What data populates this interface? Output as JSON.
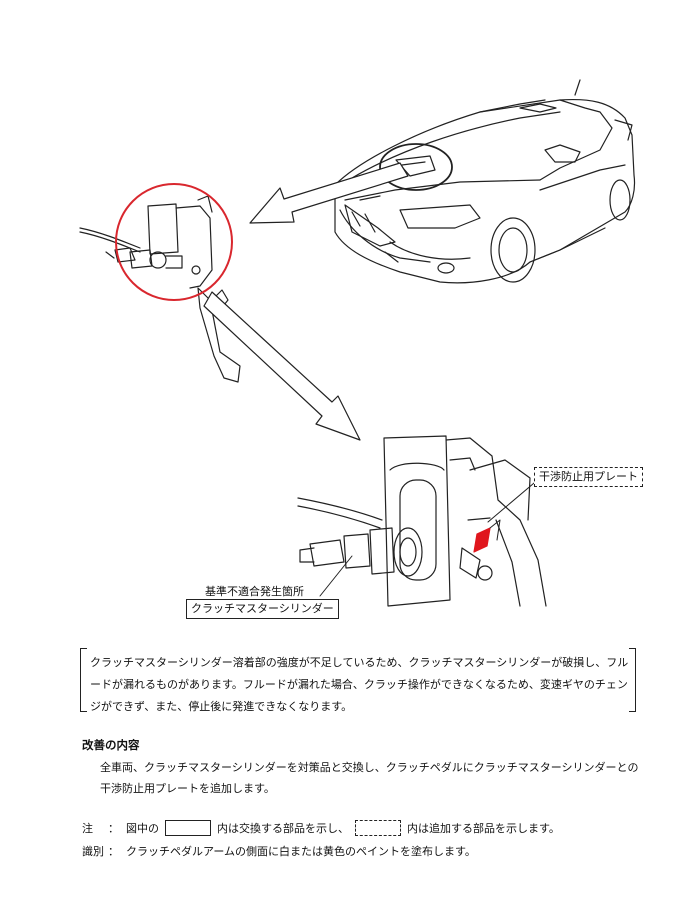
{
  "callouts": {
    "interference_plate": "干渉防止用プレート",
    "defect_location": "基準不適合発生箇所",
    "clutch_master_cylinder": "クラッチマスターシリンダー"
  },
  "description": [
    "クラッチマスターシリンダー溶着部の強度が不足しているため、クラッチマスターシリンダーが破損し、フル",
    "ードが漏れるものがあります。フルードが漏れた場合、クラッチ操作ができなくなるため、変速ギヤのチェン",
    "ジができず、また、停止後に発進できなくなります。"
  ],
  "improvement": {
    "heading": "改善の内容",
    "lines": [
      "全車両、クラッチマスターシリンダーを対策品と交換し、クラッチペダルにクラッチマスターシリンダーとの",
      "干渉防止用プレートを追加します。"
    ]
  },
  "notes": {
    "note_key": "注",
    "note_colon": "：",
    "note_prefix": "図中の",
    "note_replaced": "内は交換する部品を示し、",
    "note_added": "内は追加する部品を示します。",
    "id_key": "識別",
    "id_colon": "：",
    "id_text": "クラッチペダルアームの側面に白または黄色のペイントを塗布します。"
  },
  "colors": {
    "highlight_circle": "#d9272e",
    "added_part": "#e0161d",
    "line": "#222222"
  }
}
